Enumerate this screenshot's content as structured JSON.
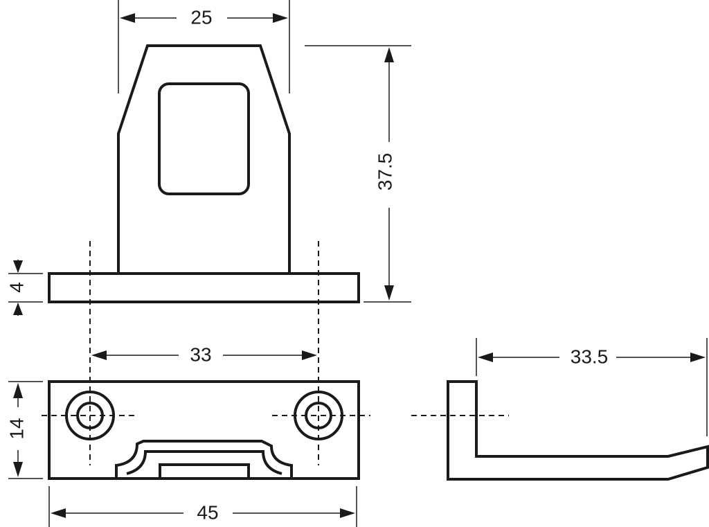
{
  "dimensions": {
    "top_width": "25",
    "height": "37.5",
    "plate_thickness": "4",
    "hole_spacing": "33",
    "side_length": "33.5",
    "base_height": "14",
    "base_width": "45"
  }
}
